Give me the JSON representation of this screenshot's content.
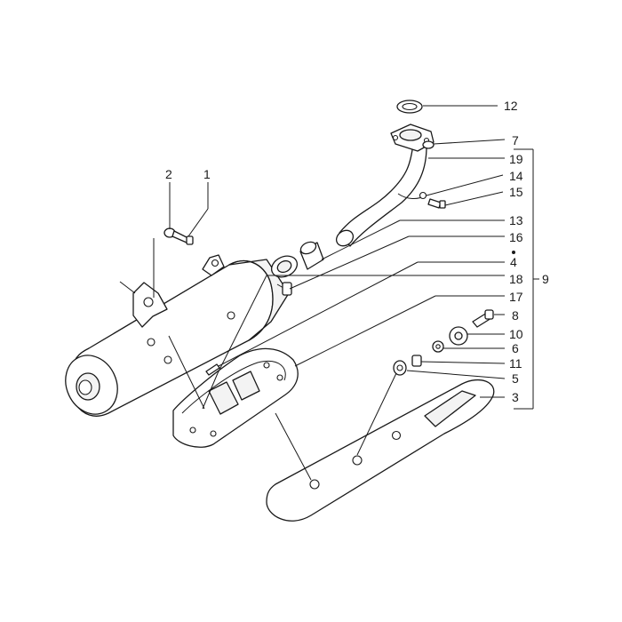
{
  "diagram": {
    "group_label": "9",
    "callouts": [
      {
        "id": "c1",
        "label": "1"
      },
      {
        "id": "c2",
        "label": "2"
      },
      {
        "id": "c12",
        "label": "12"
      },
      {
        "id": "c7",
        "label": "7"
      },
      {
        "id": "c19",
        "label": "19"
      },
      {
        "id": "c14",
        "label": "14"
      },
      {
        "id": "c15",
        "label": "15"
      },
      {
        "id": "c13",
        "label": "13"
      },
      {
        "id": "c16",
        "label": "16"
      },
      {
        "id": "c4",
        "label": "4"
      },
      {
        "id": "c18",
        "label": "18"
      },
      {
        "id": "c17",
        "label": "17"
      },
      {
        "id": "c8",
        "label": "8"
      },
      {
        "id": "c10",
        "label": "10"
      },
      {
        "id": "c6",
        "label": "6"
      },
      {
        "id": "c11",
        "label": "11"
      },
      {
        "id": "c5",
        "label": "5"
      },
      {
        "id": "c3",
        "label": "3"
      }
    ]
  }
}
